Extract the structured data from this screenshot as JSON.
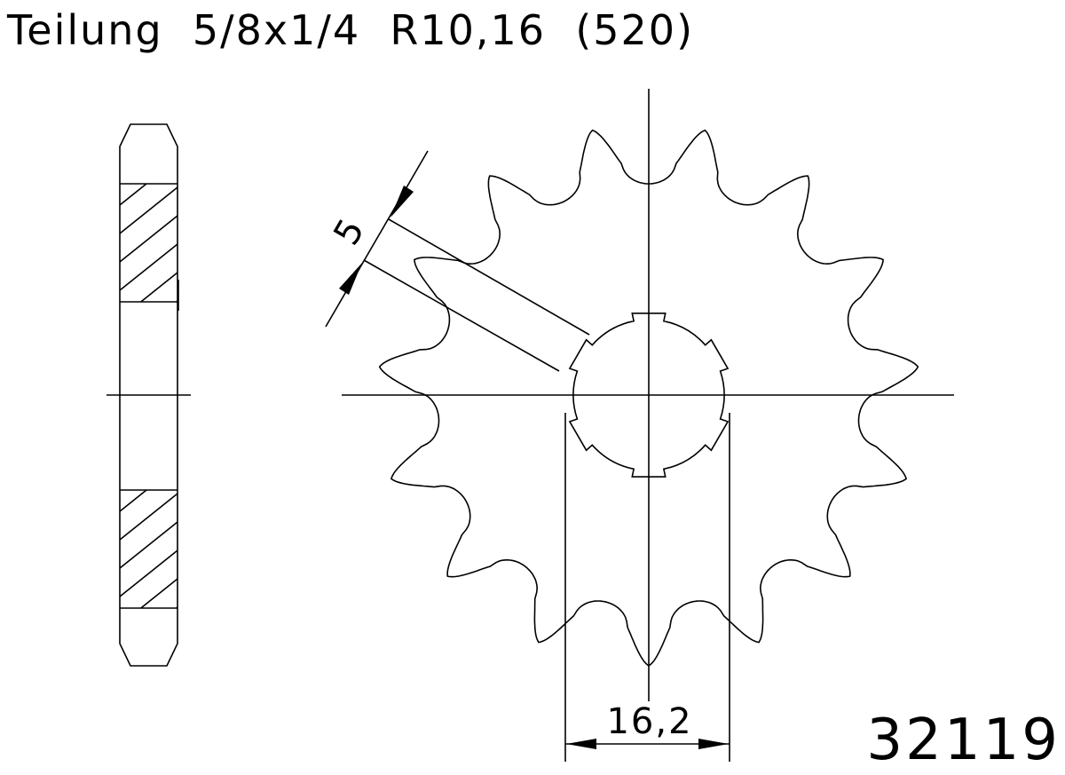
{
  "title": "Teilung  5/8x1/4  R10,16  (520)",
  "part_number": "32119",
  "dimensions": {
    "tooth_width": "5",
    "bore_width": "16,2"
  },
  "sprocket": {
    "teeth": 15,
    "hub_splines": 6
  },
  "colors": {
    "line": "#000000",
    "background": "#ffffff"
  }
}
